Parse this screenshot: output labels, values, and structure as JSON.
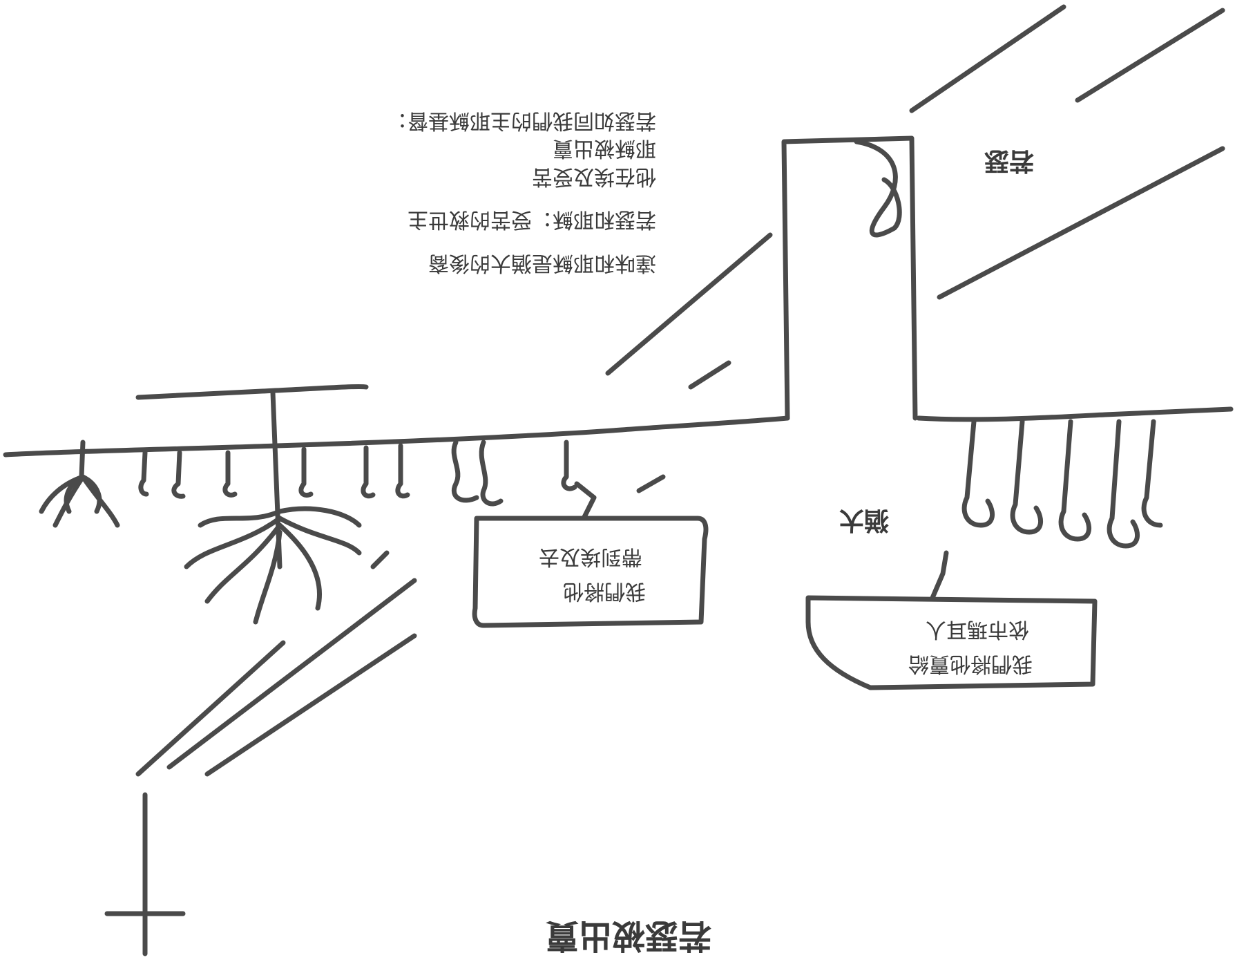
{
  "caption": "若瑟被出賣",
  "labels": {
    "joseph": "若瑟",
    "judah": "猶大"
  },
  "notes": {
    "line1": "若瑟如同我們的主耶穌基督：",
    "line2": "耶穌被出賣",
    "line3": "他在埃及受苦",
    "line4": "若瑟和耶穌：受苦的救世主",
    "line5": "達味和耶穌是猶大的後裔"
  },
  "bubbles": {
    "middle_line1": "我們將他",
    "middle_line2": "帶到埃及去",
    "right_line1": "我們將他賣給",
    "right_line2": "依市瑪耳人"
  },
  "colors": {
    "ink": "#3a3a3a",
    "paper": "#ffffff"
  }
}
